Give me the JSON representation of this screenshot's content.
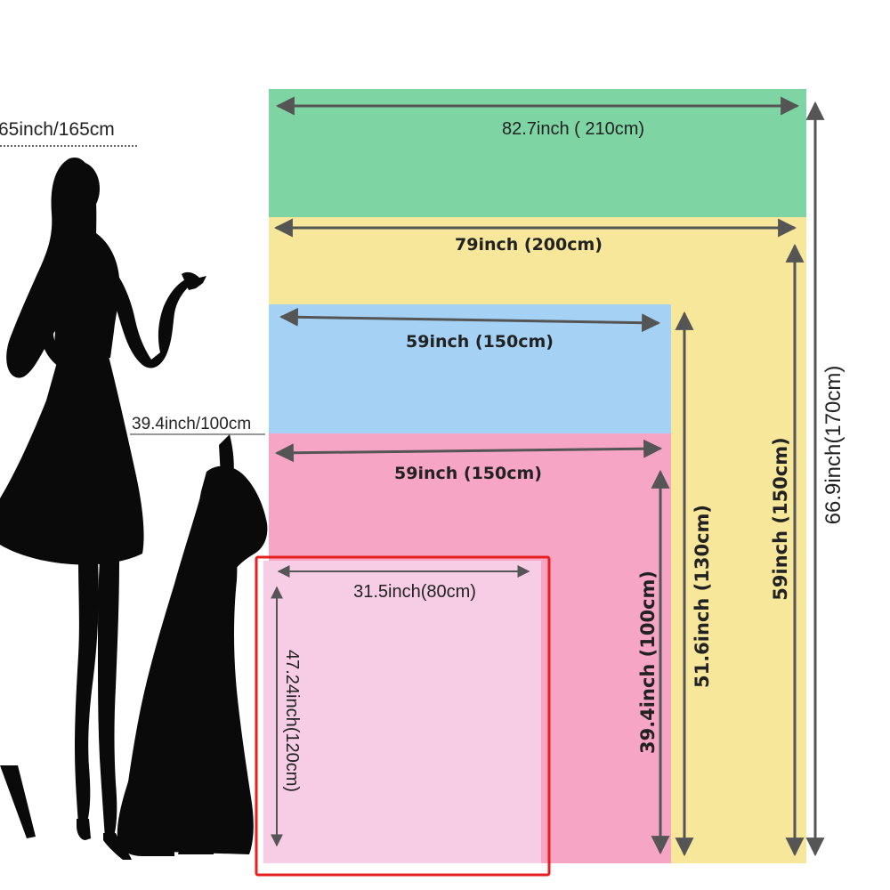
{
  "colors": {
    "green": "#7ed4a3",
    "yellow": "#f6e79b",
    "blue": "#a5d1f5",
    "pink": "#f6a5c4",
    "light_pink": "#f7cde6",
    "highlight": "#e5201f",
    "arrow": "#555555",
    "silhouette": "#0a0a0a"
  },
  "reference": {
    "woman_height": "65inch/165cm",
    "dog_height": "39.4inch/100cm"
  },
  "sizes": {
    "green": {
      "width": "82.7inch ( 210cm)",
      "height": "66.9inch(170cm)"
    },
    "yellow": {
      "width": "79inch (200cm)",
      "height": "59inch (150cm)"
    },
    "blue": {
      "width": "59inch (150cm)",
      "height": "51.6inch (130cm)"
    },
    "pink": {
      "width": "59inch (150cm)",
      "height": "39.4inch (100cm)"
    },
    "light_pink": {
      "width": "31.5inch(80cm)",
      "height": "47.24inch(120cm)"
    }
  }
}
